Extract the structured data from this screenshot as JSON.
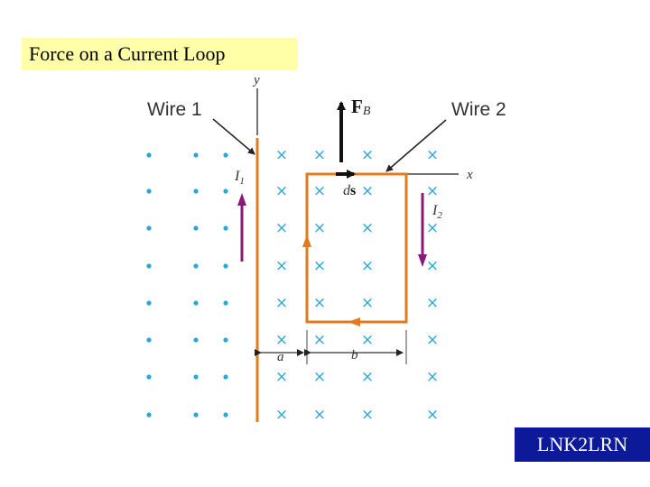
{
  "title": "Force on a Current Loop",
  "brand": "LNK2LRN",
  "labels": {
    "wire1": "Wire 1",
    "wire2": "Wire 2",
    "y_axis": "y",
    "x_axis": "x",
    "force_main": "F",
    "force_sub": "B",
    "ds_italic": "d",
    "ds_bold": "s",
    "i1_main": "I",
    "i1_sub": "1",
    "i2_main": "I",
    "i2_sub": "2",
    "dim_a": "a",
    "dim_b": "b"
  },
  "colors": {
    "dots": "#2aa7d6",
    "crosses": "#2aa7d6",
    "wire": "#e07b20",
    "current_arrow": "#8a1a78",
    "title_bg": "#ffffa8",
    "brand_bg": "#0c1a9a"
  },
  "symbols": {
    "cross": "×"
  }
}
